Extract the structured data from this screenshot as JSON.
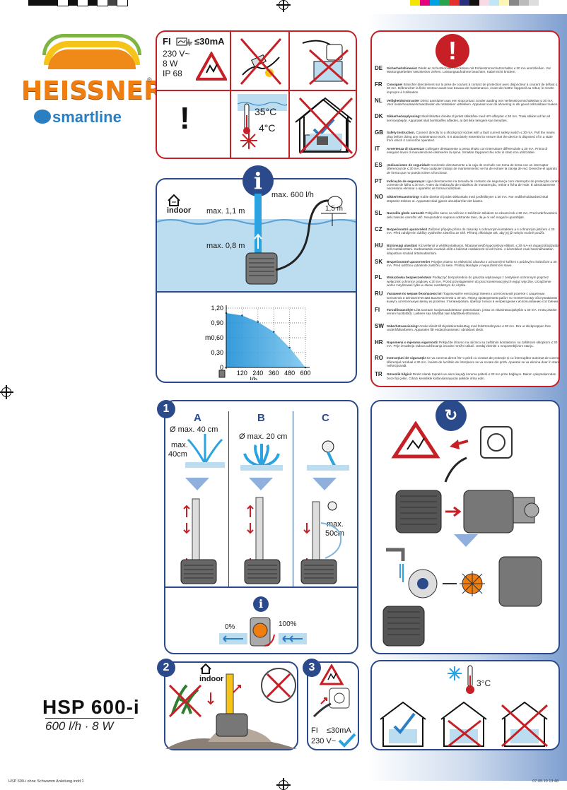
{
  "brand": {
    "name": "HEISSNER",
    "registered": "®",
    "subbrand": "smartline"
  },
  "product": {
    "model": "HSP 600-i",
    "spec": "600 l/h · 8 W"
  },
  "electrical": {
    "fi": "FI",
    "rcd_current": "≤30mA",
    "voltage": "230 V~",
    "power": "8 W",
    "ip": "IP 68",
    "temp_max": "35°C",
    "temp_min": "4°C"
  },
  "info_panel": {
    "indoor": "indoor",
    "flow": "max. 600 l/h",
    "height_max": "max. 1,1 m",
    "depth_max": "max. 0,8 m",
    "cable": "1,5 m"
  },
  "chart_data": {
    "type": "area",
    "ylabel": "m",
    "xlabel": "l/h",
    "x": [
      0,
      120,
      240,
      360,
      480,
      600
    ],
    "y": [
      1.1,
      1.05,
      0.92,
      0.72,
      0.4,
      0
    ],
    "xticks": [
      "0",
      "120",
      "240",
      "360",
      "480",
      "600"
    ],
    "yticks": [
      "0",
      "0,30",
      "0,60",
      "0,90",
      "1,20"
    ],
    "ylim": [
      0,
      1.2
    ],
    "xlim": [
      0,
      600
    ],
    "grid": true
  },
  "steps": {
    "one": "1",
    "two": "2",
    "three": "3",
    "col_a": "A",
    "col_b": "B",
    "col_c": "C",
    "a_dia": "Ø max. 40 cm",
    "a_height_l1": "max.",
    "a_height_l2": "40cm",
    "b_dia": "Ø max. 20 cm",
    "c_height_l1": "max.",
    "c_height_l2": "50cm",
    "flow_min": "0%",
    "flow_max": "100%",
    "step2_indoor": "indoor",
    "step3_fi": "FI",
    "step3_rcd": "≤30mA",
    "step3_volt": "230 V~"
  },
  "winter": {
    "temp": "3°C"
  },
  "warnings": [
    {
      "code": "DE",
      "lead": "Sicherheitshinweis!",
      "text": "Direkt an Schutzkontakt-Steckdose mit Fehlerstromschutzschalter ≤ 30 mA anschließen. Vor Wartungsarbeiten Netzstecker ziehen. Leistungsaufnahme beachten, Kabel nicht knicken."
    },
    {
      "code": "FR",
      "lead": "Consigne!",
      "text": "Brancher directement sur la prise de courant à contact de protection avec disjoncteur à courant de défaut ≤ 30 mA. Débrancher la fiche secteur avant tout travaux de maintenance. Avant de mettre l'appareil au rebut, le rendre impropre à l'utilisation."
    },
    {
      "code": "NL",
      "lead": "Veiligheidsinstructie!",
      "text": "Direct aansluiten aan een stopcontact zonder aarding met verliesstroomschakelaar ≤ 30 mA. Voor onderhoudswerkzaamheden de netstekker uittrekken. Apparaat voor de afvoering in elk geval onbruikbaar maken."
    },
    {
      "code": "DK",
      "lead": "Sikkerhedsoplysning!",
      "text": "Skal tilsluttes direkte til jordet stikkdåse med HFI-afbryder ≤ 30 mA. Træk stikket ud før alt serviceabejde. Apparatet skal bortskaffes således, at det ikke længere kan benyttes."
    },
    {
      "code": "GB",
      "lead": "Safety Instruction.",
      "text": "Connect directly to a shockproof socket with a fault current safety switch ≤ 30 mA. Pull the mains plug before doing any maintenance work. It is absolutely essential to ensure that the device is disposed of in a state from which it cannot be operated."
    },
    {
      "code": "IT",
      "lead": "Avvertenza di sicurezza!",
      "text": "Collegare direttamente a presa shuko con interruttore differenziale ≤ 30 mA. Prima di eseguire lavori di manutenzione disinserire la spina. Smaltire l'apparecchio solo in stato non utilizzabile."
    },
    {
      "code": "ES",
      "lead": "¡Indicaciones de seguridad!",
      "text": "Conéctelo directamente a la caja de enchufe con toma de tierra con un interruptor diferencial de ≤ 30 mA. Para cualquier trabajo de mantenimiento se ha de extraer la clavija de red. Deseche el aparato de forma que no pueda volver a funcionar."
    },
    {
      "code": "PT",
      "lead": "Indicação de segurança!",
      "text": "Ligar directamente na tomada de contacto de segurança com interruptor de protecção contra corrente de falha ≤ 30 mA. Antes da realização de trabalhos de manutenção, retirar a ficha de rede. É absolutamente necessário eliminar o aparelho de forma inutilizável."
    },
    {
      "code": "NO",
      "lead": "Sikkerhetsanvisning!",
      "text": "Koble direkte til jordet stikkontakt med jordfeilbryter ≤ 30 mA. Før vedlikeholdsarbeid skal stöpselet trekkes ut. Apparatet skal gjøres ubrukbart før det kastes."
    },
    {
      "code": "SL",
      "lead": "Navodila glede varnosti!",
      "text": "Priključite samo na vtičnico z zaščitnim stikalom za okvarni tok ≤ 30 mA. Pred vzdrževalnimi deli izvlecite omrežni vtič. Neuporabno napravo odstranite tako, da je ni več mogoče uporabljati."
    },
    {
      "code": "CZ",
      "lead": "Bezpečnostní upozornění!",
      "text": "Zařízení připojte přímo do zásuvky s ochranným kontaktem a s ochranným jističem ≤ 30 mA. Před zahájením údržby vytáhněte zástrčku ze sítě. Přístroj zlikvidujte tak, aby jej již nebylo možné použít."
    },
    {
      "code": "HU",
      "lead": "Biztonsági utasítás!",
      "text": "Közvetlenül a védőkontaktusos, hibaáramvédő kapcsolóval ellátott, ≤ 30 mA-es dugaszolóaljzatba kell csatlakoztatni. Karbantartási munkák előtt a hálózati csatlakozót ki kell húzni. A készüléket csak használhatatlan állapotban szabad ártalmatlanítani."
    },
    {
      "code": "SK",
      "lead": "Bezpečnostné upozornenie!",
      "text": "Pripojte priamo na elektrickú zásuvku s ochrannými kolíkmi s prúdovým chráničom ≤ 30 mA. Pred údržbou vytiahnite zástrčku zo siete. Prístroj likvidujte v nepoužiteľnom stave."
    },
    {
      "code": "PL",
      "lead": "Wskazówka bezpieczeństwa!",
      "text": "Podłączyć bezpośrednio do gniazda wtykowego z zestykiem ochronnym poprzez wyłącznik ochronny prądowy ≤ 30 mA. Przed przystąpieniem do prac konserwacyjnych wyjąć wtyczkę. Urządzenie wolno zutylizować tylko w stanie niezdatnym do użytku."
    },
    {
      "code": "RU",
      "lead": "Указания по мерам безопасности!",
      "text": "Подключайте непосредственно к штепсельной розетке с защитным контактом и автоматическим выключателем ≤ 30 мА. Перед проведением работ по техническому обслуживанию вынуть штепсельную вилку из розетки. Утилизировать прибор только в непригодном к использованию состоянии."
    },
    {
      "code": "FI",
      "lead": "Turvallisuusohje!",
      "text": "Liitä suoraan suojamaadoitettuun pistorasiaan, jossa on vikavirtasuojakytkin ≤ 30 mA. Irrota pistoke ennen huoltotöitä. Laitteen saa hävittää vain käyttökelvottomana."
    },
    {
      "code": "SW",
      "lead": "Säkerhetsanvisning!",
      "text": "Anslut direkt till skyddskontaktuttag med felströmsbrytare ≤ 30 mA. Dra ur stickproppen före underhållsarbeten. Apparaten får endast kasseras i obrukbart skick."
    },
    {
      "code": "HR",
      "lead": "Napomena o mjerama sigurnosti!",
      "text": "Priključite izravno na utičnicu sa zaštitnim kontaktom i sa zaštitnom sklopkom ≤ 30 mA. Prije izvođenja radova održavanja izvucite mrežni utikač. Uređaj zbrinite u neupotrebljivom stanju."
    },
    {
      "code": "RO",
      "lead": "Instrucţiuni de siguranţă!",
      "text": "Se va conecta direct într-o priză cu contact de protecţie şi cu întrerupător automat de curent diferenţial rezidual ≤ 30 mA. Înainte de lucrările de întreţinere se va scoate din priză. Aparatul se va elimina doar în stare nefuncţională."
    },
    {
      "code": "TR",
      "lead": "Güvenlik bilgisi!",
      "text": "Direkt olarak topraklı ve akım kaçağı koruma şalterli ≤ 30 mA prize bağlayın. Bakım çalışmalarından önce fişi çekin. Cihazı kesinlikle kullanılamayacak şekilde imha edin."
    }
  ],
  "footer": {
    "left": "HSP 600-i ohne Schwamm Anleitung.indd 1",
    "right": "07.05.10 13:48"
  },
  "colors": {
    "red": "#c62026",
    "blue": "#2b4a8c",
    "orange": "#ef7d10",
    "water": "#bcdcf0"
  }
}
